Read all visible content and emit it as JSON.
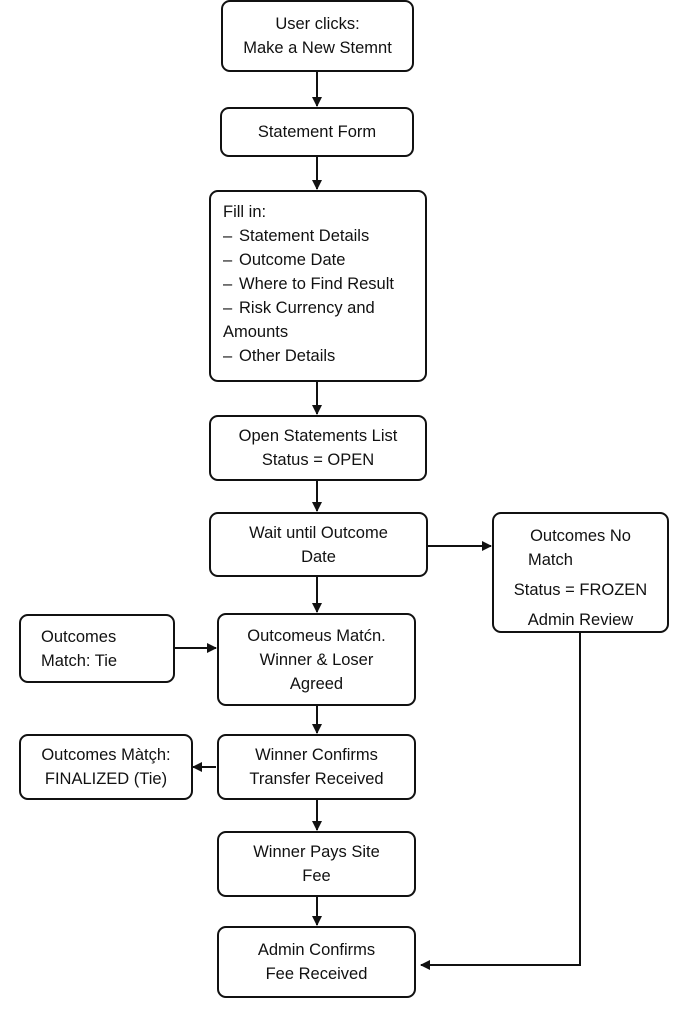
{
  "flowchart": {
    "start": [
      "User clicks:",
      "Make a New Stemnt"
    ],
    "form": [
      "Statement Form"
    ],
    "fill_in": {
      "heading": "Fill in:",
      "items": [
        [
          "Statement Details"
        ],
        [
          "Outcome Date"
        ],
        [
          "Where to Find Result"
        ],
        [
          "Risk Currency and",
          "Amounts"
        ],
        [
          "Other Details"
        ]
      ],
      "bullet": "–"
    },
    "open_list": [
      "Open Statements List",
      "Status = OPEN"
    ],
    "wait": [
      "Wait until Outcome",
      "Date"
    ],
    "no_match": [
      "Outcomes No",
      "Match",
      "Status = FROZEN",
      "Admin Review"
    ],
    "tie": [
      "Outcomes",
      "Match: Tie"
    ],
    "match": [
      "Outcomeus Matćn.",
      "Winner & Loser",
      "Agreed"
    ],
    "winner_confirms": [
      "Winner Confirms",
      "Transfer Received"
    ],
    "finalized_tie": [
      "Outcomes Màtçh:",
      "FINALIZED (Tie)"
    ],
    "pays_fee": [
      "Winner Pays Site",
      "Fee"
    ],
    "admin_confirms": [
      "Admin Confirms",
      "Fee Received"
    ]
  }
}
